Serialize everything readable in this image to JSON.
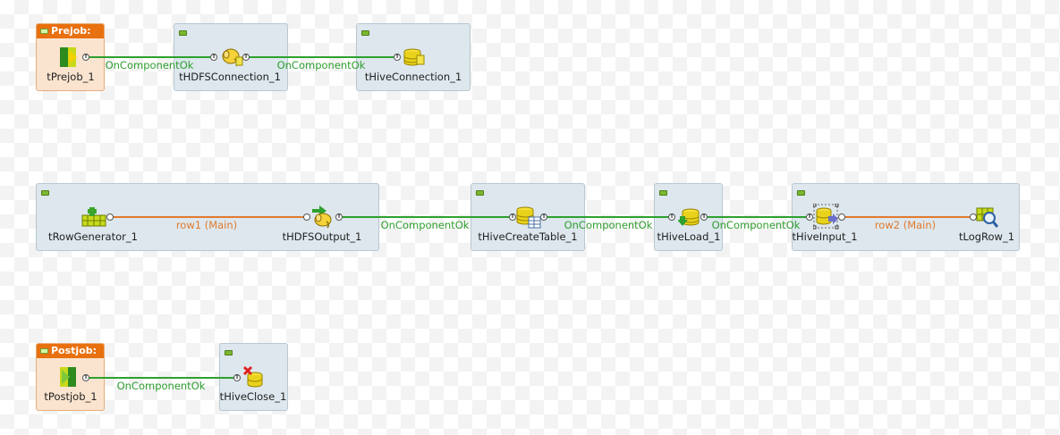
{
  "subjobs": {
    "prejob": {
      "header": "Prejob:"
    },
    "postjob": {
      "header": "Postjob:"
    }
  },
  "components": {
    "tPrejob_1": "tPrejob_1",
    "tHDFSConnection_1": "tHDFSConnection_1",
    "tHiveConnection_1": "tHiveConnection_1",
    "tRowGenerator_1": "tRowGenerator_1",
    "tHDFSOutput_1": "tHDFSOutput_1",
    "tHiveCreateTable_1": "tHiveCreateTable_1",
    "tHiveLoad_1": "tHiveLoad_1",
    "tHiveInput_1": "tHiveInput_1",
    "tLogRow_1": "tLogRow_1",
    "tPostjob_1": "tPostjob_1",
    "tHiveClose_1": "tHiveClose_1"
  },
  "links": {
    "prejob_to_hdfsconn": "OnComponentOk",
    "hdfsconn_to_hiveconn": "OnComponentOk",
    "rowgen_to_hdfsout": "row1 (Main)",
    "hdfsout_to_createtable": "OnComponentOk",
    "createtable_to_load": "OnComponentOk",
    "load_to_input": "OnComponentOk",
    "input_to_logrow": "row2 (Main)",
    "postjob_to_close": "OnComponentOk"
  },
  "colors": {
    "trigger_link": "#2ea12e",
    "main_link": "#e07a2e",
    "subjob_bg": "#dde7ed",
    "prepost_header": "#e8700e"
  },
  "icons": {
    "prejob": "prejob-icon",
    "hdfs": "hadoop-elephant-icon",
    "hive": "hive-database-icon",
    "rowgen": "row-generator-icon",
    "logrow": "log-row-icon",
    "postjob": "postjob-icon",
    "close": "close-x-icon"
  }
}
